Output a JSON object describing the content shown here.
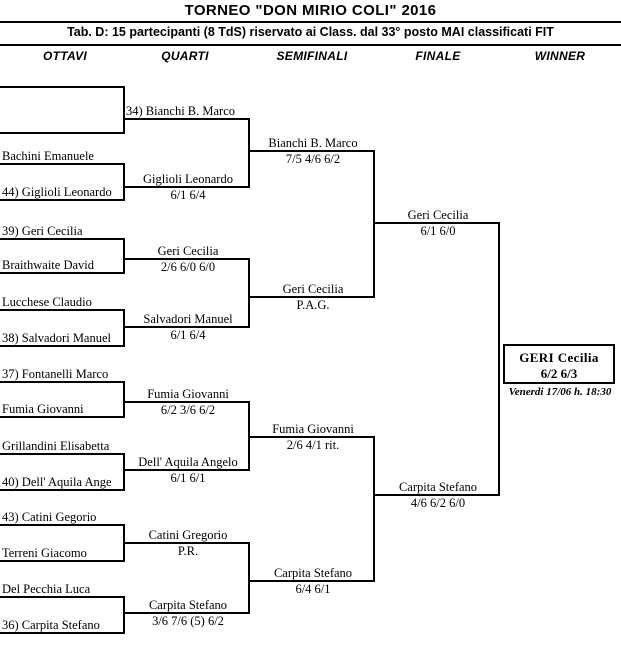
{
  "header": {
    "title": "TORNEO  \"DON  MIRIO  COLI\"  2016",
    "subtitle": "Tab. D: 15 partecipanti (8 TdS) riservato ai Class. dal 33° posto MAI classificati FIT",
    "columns": [
      {
        "label": "OTTAVI"
      },
      {
        "label": "QUARTI"
      },
      {
        "label": "SEMIFINALI"
      },
      {
        "label": "FINALE"
      },
      {
        "label": "WINNER"
      }
    ]
  },
  "rounds": {
    "ottavi": [
      {
        "name": ""
      },
      {
        "name": "Bachini Emanuele"
      },
      {
        "name": "44) Giglioli Leonardo"
      },
      {
        "name": "39) Geri Cecilia"
      },
      {
        "name": "Braithwaite David"
      },
      {
        "name": "Lucchese Claudio"
      },
      {
        "name": "38) Salvadori Manuel"
      },
      {
        "name": "37) Fontanelli Marco"
      },
      {
        "name": "Fumia Giovanni"
      },
      {
        "name": "Grillandini Elisabetta"
      },
      {
        "name": "40) Dell' Aquila Ange"
      },
      {
        "name": "43) Catini Gegorio"
      },
      {
        "name": "Terreni Giacomo"
      },
      {
        "name": "Del Pecchia Luca"
      },
      {
        "name": "36) Carpita Stefano"
      }
    ],
    "quarti": [
      {
        "name": "34) Bianchi B. Marco",
        "score": ""
      },
      {
        "name": "Giglioli Leonardo",
        "score": "6/1  6/4"
      },
      {
        "name": "Geri Cecilia",
        "score": "2/6  6/0  6/0"
      },
      {
        "name": "Salvadori Manuel",
        "score": "6/1  6/4"
      },
      {
        "name": "Fumia Giovanni",
        "score": "6/2  3/6  6/2"
      },
      {
        "name": "Dell' Aquila Angelo",
        "score": "6/1  6/1"
      },
      {
        "name": "Catini Gregorio",
        "score": "P.R."
      },
      {
        "name": "Carpita Stefano",
        "score": "3/6  7/6 (5)  6/2"
      }
    ],
    "semifinali": [
      {
        "name": "Bianchi B. Marco",
        "score": "7/5  4/6  6/2"
      },
      {
        "name": "Geri Cecilia",
        "score": "P.A.G."
      },
      {
        "name": "Fumia Giovanni",
        "score": "2/6  4/1 rit."
      },
      {
        "name": "Carpita Stefano",
        "score": "6/4  6/1"
      }
    ],
    "finale": [
      {
        "name": "Geri Cecilia",
        "score": "6/1  6/0"
      },
      {
        "name": "Carpita Stefano",
        "score": "4/6  6/2  6/0"
      }
    ],
    "winner": {
      "name": "GERI  Cecilia",
      "score": "6/2  6/3",
      "date": "Venerdi 17/06 h. 18:30"
    }
  }
}
